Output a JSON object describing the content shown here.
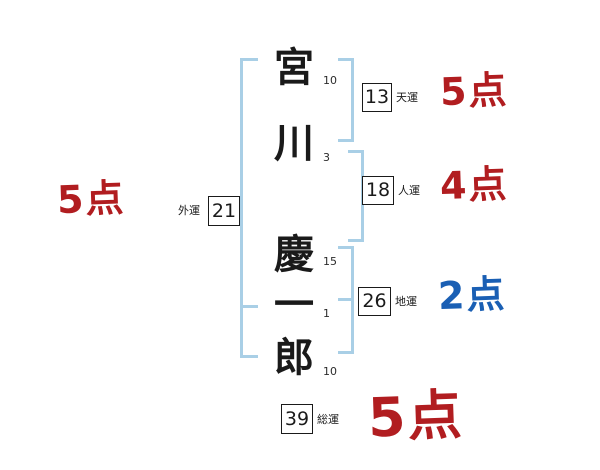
{
  "doc": {
    "kind": "name-fortune-stroke-chart",
    "background_color": "#ffffff",
    "bracket_color": "#a9cfe6",
    "score_red": "#b11d20",
    "score_blue": "#1a5fb4"
  },
  "name": {
    "characters": [
      {
        "char": "宮",
        "strokes": "10"
      },
      {
        "char": "川",
        "strokes": "3"
      },
      {
        "char": "慶",
        "strokes": "15"
      },
      {
        "char": "一",
        "strokes": "1"
      },
      {
        "char": "郎",
        "strokes": "10"
      }
    ]
  },
  "fortunes": {
    "gaiun": {
      "value": "21",
      "label": "外運",
      "score": "5点",
      "score_color": "red"
    },
    "tenun": {
      "value": "13",
      "label": "天運",
      "score": "5点",
      "score_color": "red"
    },
    "jinun": {
      "value": "18",
      "label": "人運",
      "score": "4点",
      "score_color": "red"
    },
    "chiun": {
      "value": "26",
      "label": "地運",
      "score": "2点",
      "score_color": "blue"
    },
    "souun": {
      "value": "39",
      "label": "総運",
      "score": "5点",
      "score_color": "red"
    }
  }
}
